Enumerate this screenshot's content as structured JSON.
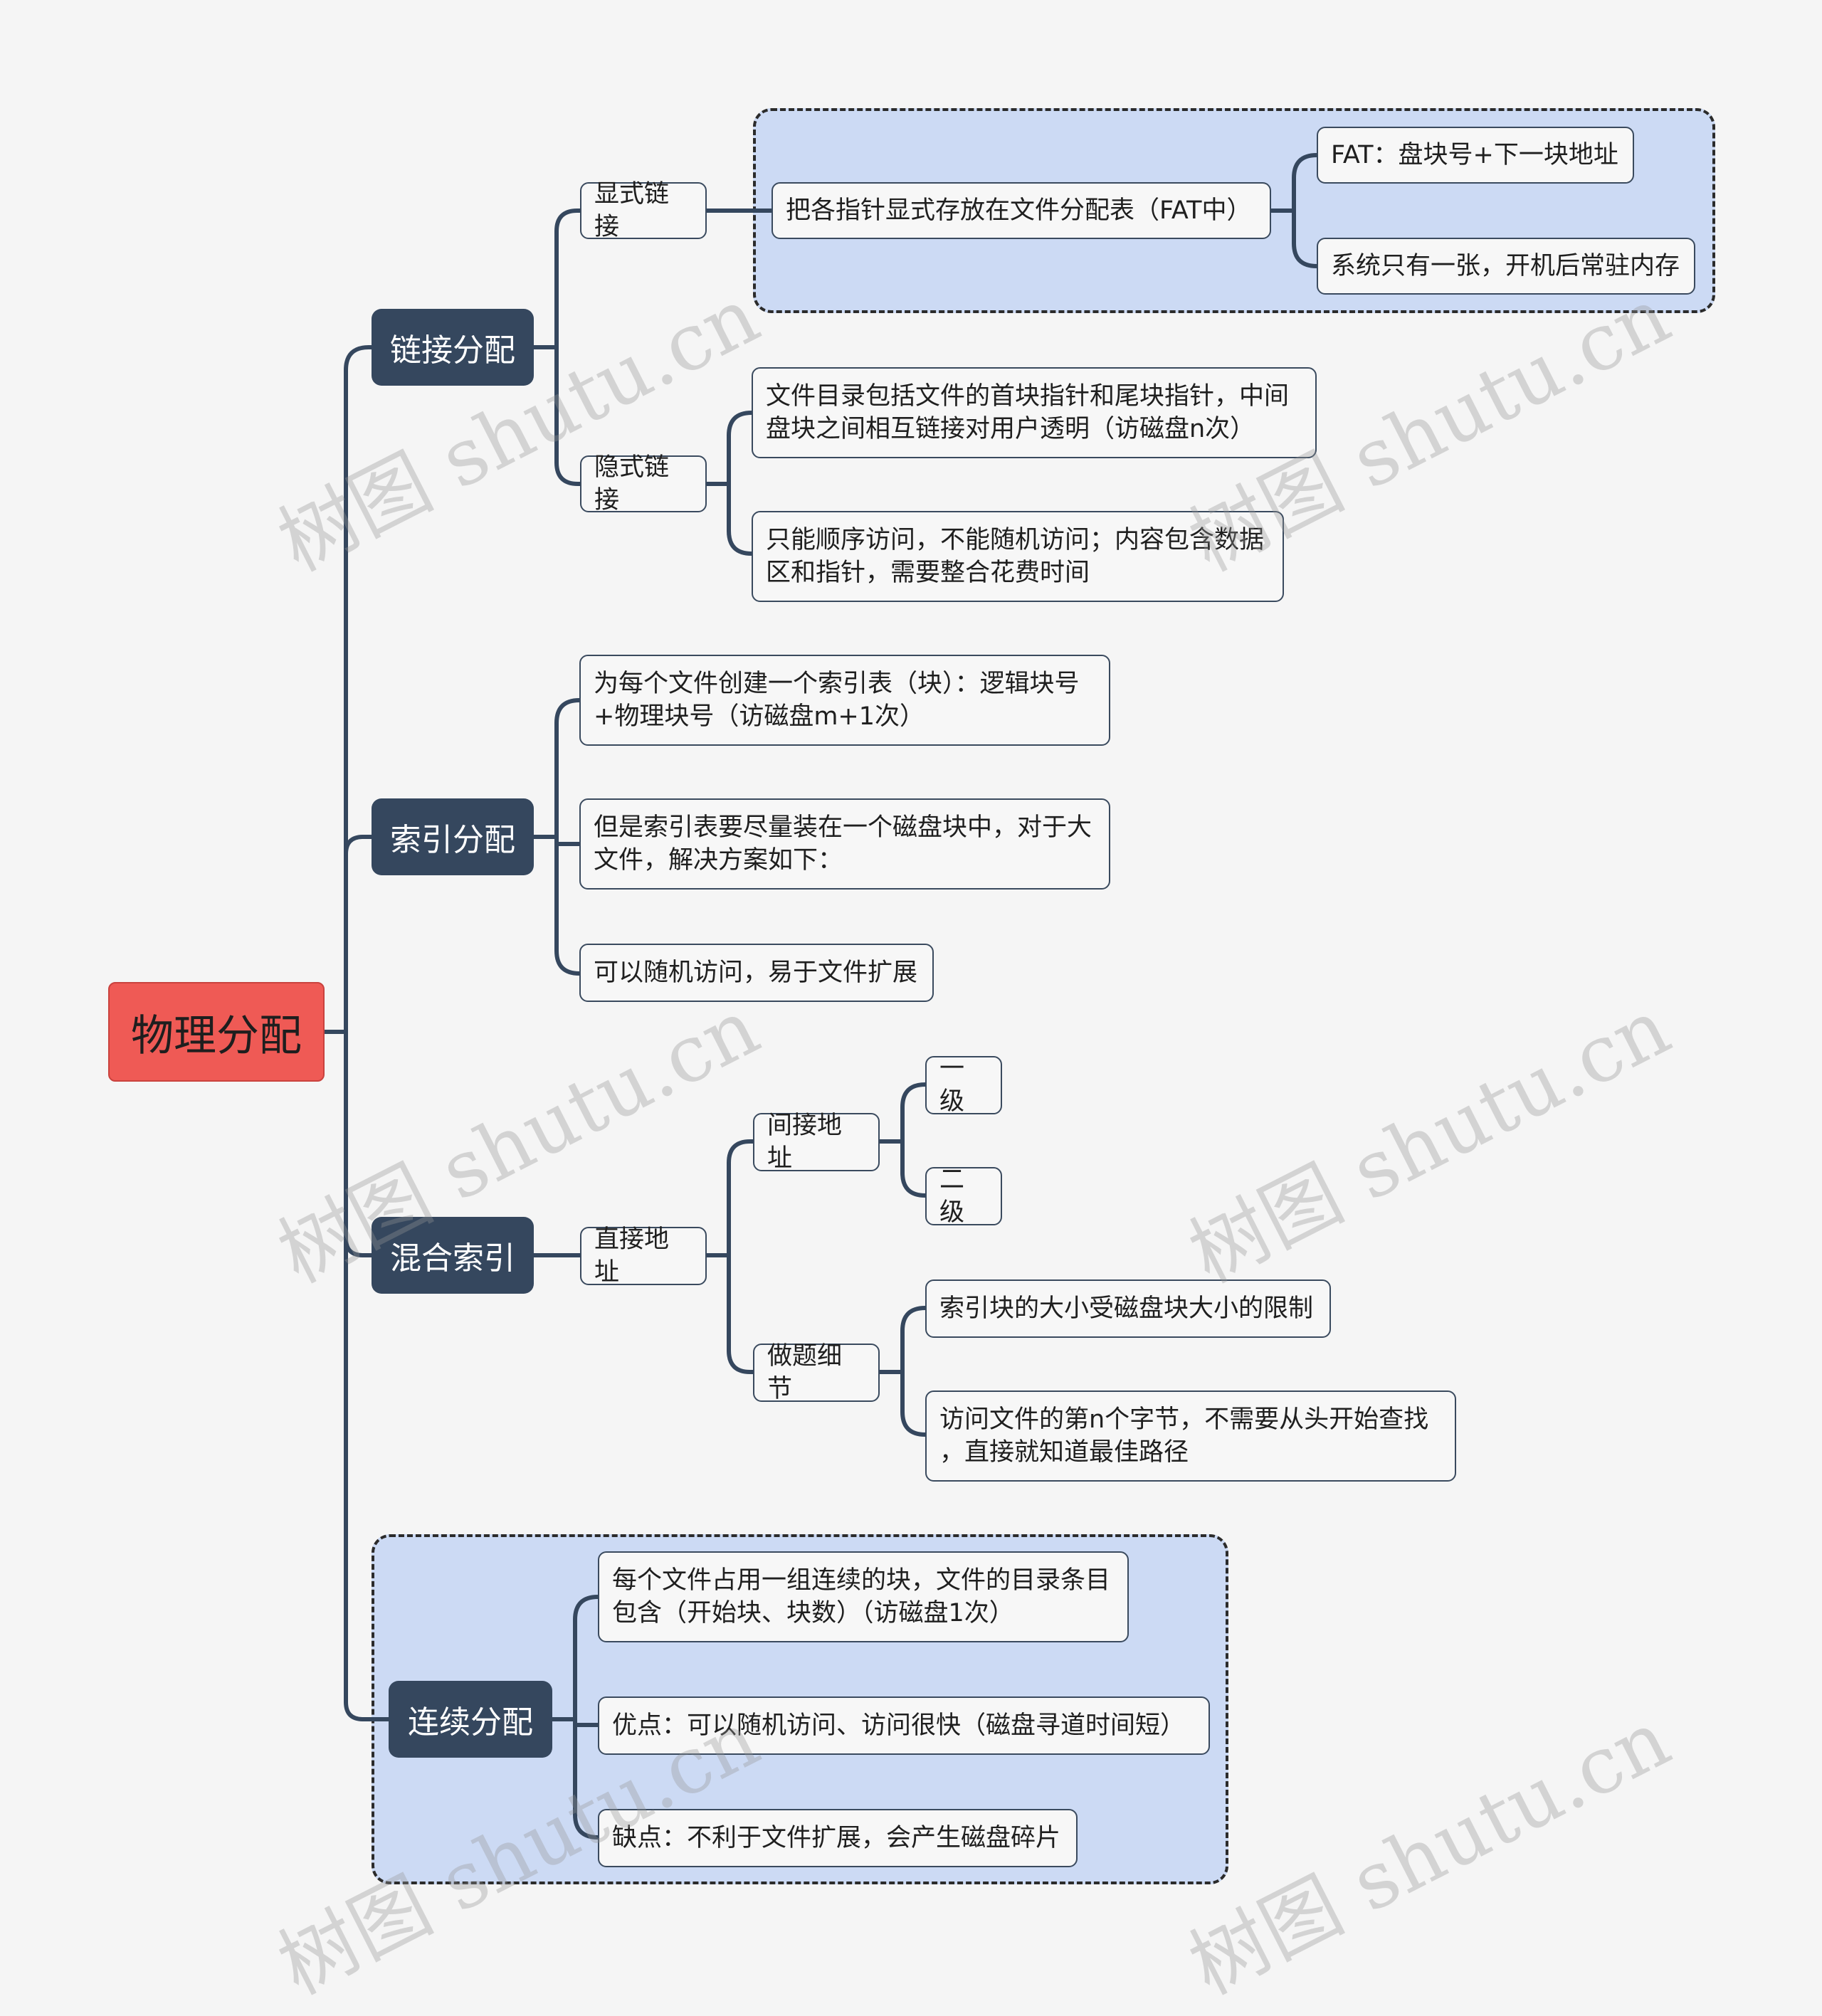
{
  "root": "物理分配",
  "branches": {
    "linked": {
      "label": "链接分配",
      "explicit": {
        "label": "显式链接",
        "fat": "把各指针显式存放在文件分配表（FAT中）",
        "fat_entry": "FAT：盘块号+下一块地址",
        "fat_single": "系统只有一张，开机后常驻内存"
      },
      "implicit": {
        "label": "隐式链接",
        "note1": "文件目录包括文件的首块指针和尾块指针，中间\n盘块之间相互链接对用户透明（访磁盘n次）",
        "note2": "只能顺序访问，不能随机访问；内容包含数据\n区和指针，需要整合花费时间"
      }
    },
    "indexed": {
      "label": "索引分配",
      "note1": "为每个文件创建一个索引表（块）：逻辑块号\n+物理块号（访磁盘m+1次）",
      "note2": "但是索引表要尽量装在一个磁盘块中，对于大\n文件，解决方案如下：",
      "note3": "可以随机访问，易于文件扩展"
    },
    "hybrid": {
      "label": "混合索引",
      "direct": "直接地址",
      "indirect": {
        "label": "间接地址",
        "level1": "一级",
        "level2": "二级"
      },
      "details": {
        "label": "做题细节",
        "note1": "索引块的大小受磁盘块大小的限制",
        "note2": "访问文件的第n个字节，不需要从头开始查找\n，直接就知道最佳路径"
      }
    },
    "contiguous": {
      "label": "连续分配",
      "note1": "每个文件占用一组连续的块，文件的目录条目\n包含（开始块、块数）（访磁盘1次）",
      "note2": "优点：可以随机访问、访问很快（磁盘寻道时间短）",
      "note3": "缺点：不利于文件扩展，会产生磁盘碎片"
    }
  },
  "watermark": "树图 shutu.cn",
  "colors": {
    "root": "#ef5a55",
    "main": "#35475e",
    "line": "#35475e",
    "group": "#ccdaf4",
    "background": "#f5f5f5"
  }
}
